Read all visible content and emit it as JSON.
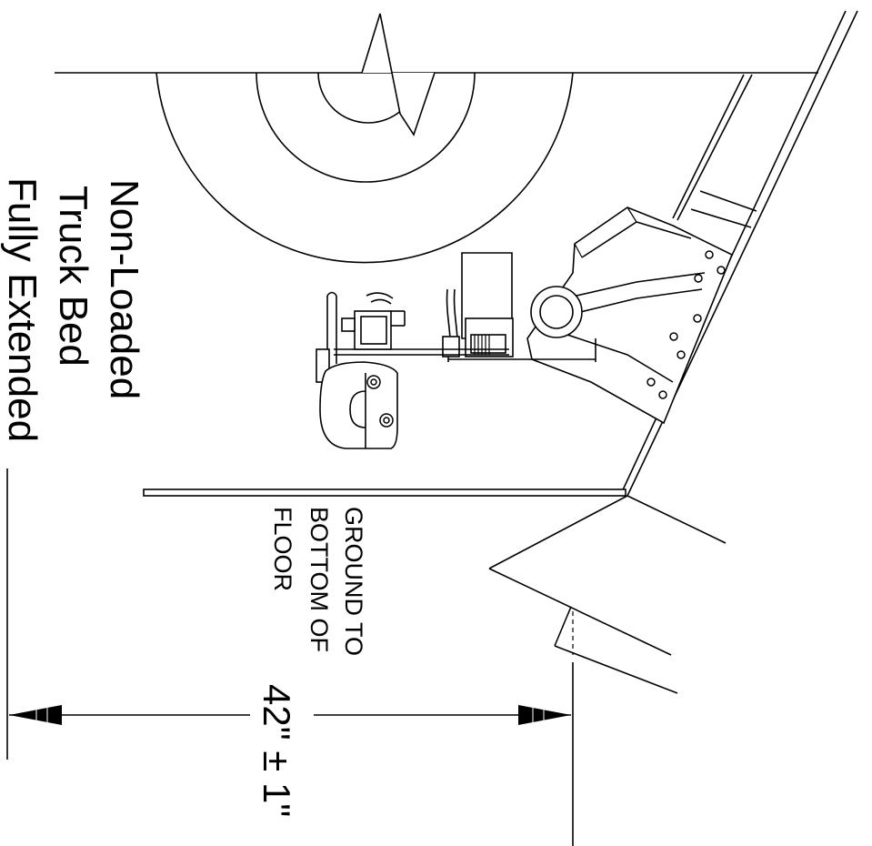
{
  "labels": {
    "title_line1": "Non-Loaded",
    "title_line2": "Truck Bed",
    "title_line3": "Fully Extended",
    "note_line1": "GROUND TO",
    "note_line2": "BOTTOM OF",
    "note_line3": "FLOOR",
    "dimension": "42\" ± 1\""
  },
  "colors": {
    "line": "#000000",
    "background": "#ffffff"
  }
}
